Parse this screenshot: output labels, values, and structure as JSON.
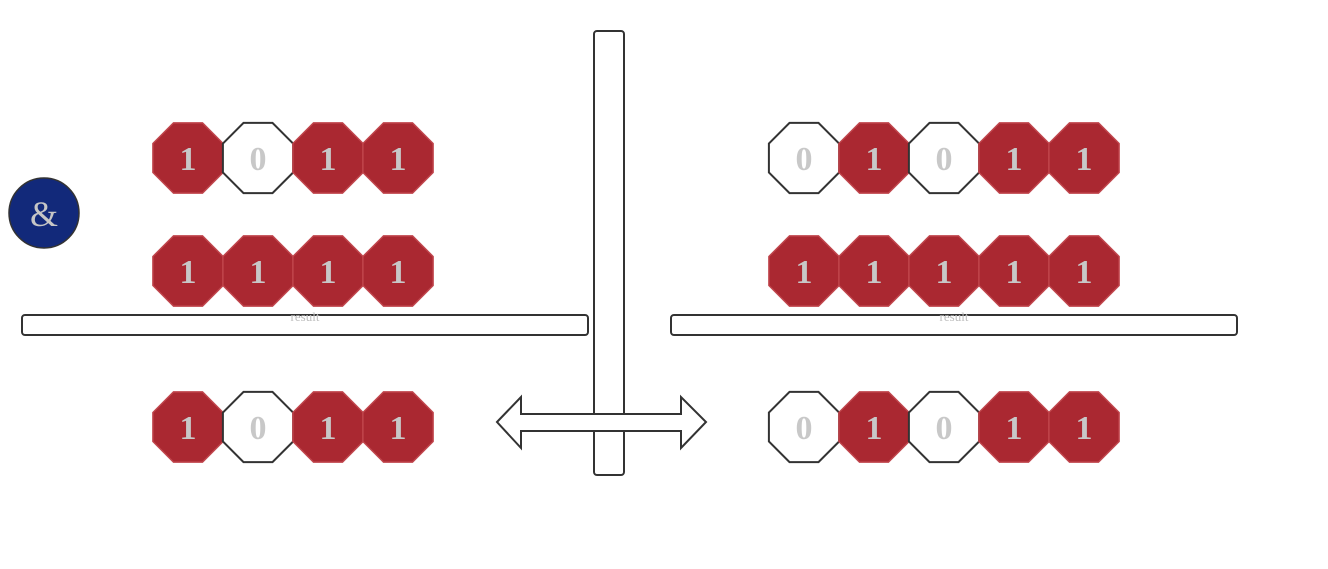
{
  "colors": {
    "one_fill": "#aa2831",
    "one_stroke": "#c0454c",
    "zero_fill": "#ffffff",
    "stroke": "#333333",
    "digit": "#c8c8c8",
    "operator_fill": "#12297a",
    "operator_text": "#c6c6c6",
    "bar_label": "#bdbdbd"
  },
  "operator": {
    "symbol": "&",
    "icon": "ampersand-circle-icon"
  },
  "arrow_icon": "double-headed-arrow-icon",
  "left": {
    "operand_a": [
      "1",
      "0",
      "1",
      "1"
    ],
    "operand_b": [
      "1",
      "1",
      "1",
      "1"
    ],
    "result_label": "result",
    "result": [
      "1",
      "0",
      "1",
      "1"
    ]
  },
  "right": {
    "operand_a": [
      "0",
      "1",
      "0",
      "1",
      "1"
    ],
    "operand_b": [
      "1",
      "1",
      "1",
      "1",
      "1"
    ],
    "result_label": "result",
    "result": [
      "0",
      "1",
      "0",
      "1",
      "1"
    ]
  }
}
